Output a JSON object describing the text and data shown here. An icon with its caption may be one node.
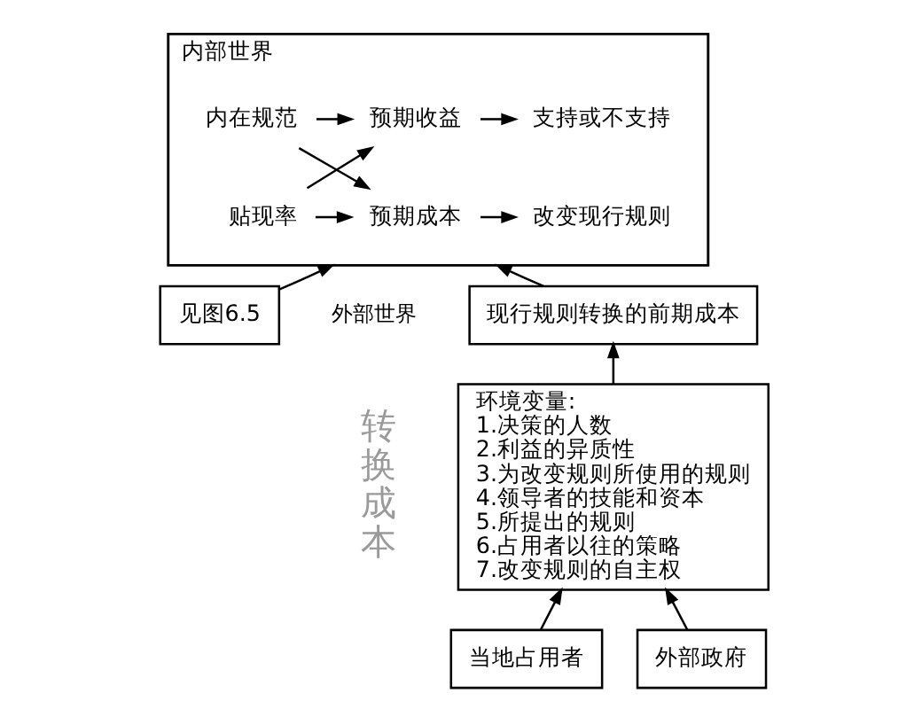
{
  "diagram": {
    "nodes": [
      {
        "text": [
          "见图6.5"
        ]
      },
      {
        "text": [
          "内部世界"
        ]
      },
      {
        "text": [
          "内在规范"
        ],
        "in": 1
      },
      {
        "text": [
          "贴现率"
        ],
        "in": 1
      },
      {
        "text": [
          "预期收益"
        ],
        "in": 1
      },
      {
        "text": [
          "预期成本"
        ],
        "in": 1
      },
      {
        "text": [
          "支持或不支持"
        ],
        "in": 1
      },
      {
        "text": [
          "改变现行规则"
        ],
        "in": 1
      },
      {
        "text": [
          "现行规则转换的前期成本"
        ]
      },
      {
        "text": [
          "环境变量:",
          "1.决策的人数",
          "2.利益的异质性",
          "3.为改变规则所使用的规则",
          "4.领导者的技能和资本",
          "5.所提出的规则",
          "6.占用者以往的策略",
          "7.改变规则的自主权"
        ]
      },
      {
        "text": [
          "当地占用者"
        ]
      },
      {
        "text": [
          "外部政府"
        ]
      }
    ],
    "edges": [
      {
        "from": 0,
        "to": 1,
        "arrow": "to"
      },
      {
        "from": 2,
        "to": 4,
        "arrow": "to"
      },
      {
        "from": 2,
        "to": 5,
        "arrow": "to"
      },
      {
        "from": 3,
        "to": 4,
        "arrow": "to"
      },
      {
        "from": 3,
        "to": 5,
        "arrow": "to"
      },
      {
        "from": 4,
        "to": 6,
        "arrow": "to"
      },
      {
        "from": 5,
        "to": 7,
        "arrow": "to"
      },
      {
        "from": 8,
        "to": 1,
        "arrow": "to"
      },
      {
        "from": 9,
        "to": 8,
        "arrow": "to"
      },
      {
        "from": 10,
        "to": 9,
        "arrow": "to"
      },
      {
        "from": 11,
        "to": 9,
        "arrow": "to"
      }
    ],
    "labels": [
      "外部世界",
      "转换成本"
    ]
  }
}
